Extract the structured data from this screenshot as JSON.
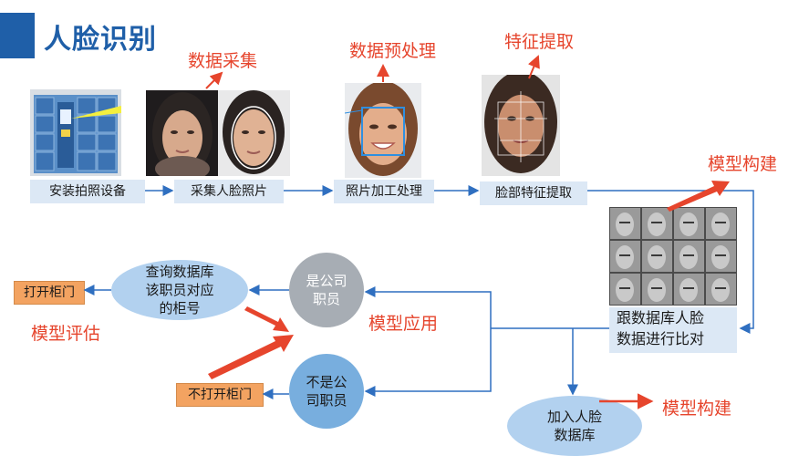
{
  "title": "人脸识别",
  "flow_labels": {
    "collect": "数据采集",
    "preprocess": "数据预处理",
    "feature": "特征提取",
    "build_top": "模型构建",
    "apply": "模型应用",
    "evaluate": "模型评估",
    "build_bottom": "模型构建"
  },
  "steps": {
    "install": "安装拍照设备",
    "capture": "采集人脸照片",
    "process": "照片加工处理",
    "extract": "脸部特征提取"
  },
  "compare": {
    "line1": "跟数据库人脸",
    "line2": "数据进行比对"
  },
  "is_employee": {
    "line1": "是公司",
    "line2": "职员"
  },
  "not_employee": {
    "line1": "不是公",
    "line2": "司职员"
  },
  "query": {
    "line1": "查询数据库",
    "line2": "该职员对应",
    "line3": "的柜号"
  },
  "add_db": {
    "line1": "加入人脸",
    "line2": "数据库"
  },
  "open_locker": "打开柜门",
  "not_open_locker": "不打开柜门",
  "colors": {
    "accent_blue": "#1f5fa8",
    "red": "#e6452d",
    "arrow_blue": "#2f6fc0",
    "circle_grey": "#a7adb4",
    "circle_blue": "#78aede",
    "orange": "#f3a361"
  }
}
